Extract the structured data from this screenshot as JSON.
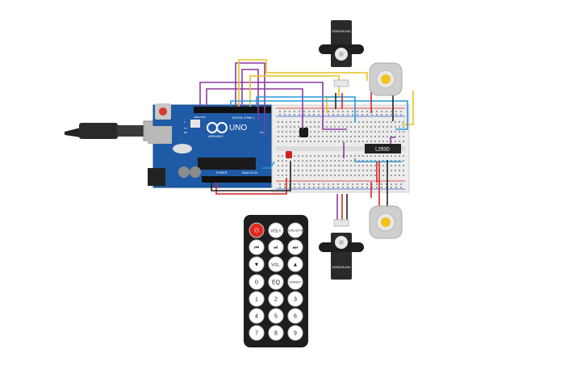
{
  "arduino": {
    "model": "UNO",
    "brand": "ARDUINO",
    "digital_label": "DIGITAL (PWM~)",
    "power_label": "POWER",
    "analog_label": "ANALOG IN",
    "tx": "TX",
    "rx": "RX",
    "l": "L",
    "on": "ON",
    "aref": "AREF",
    "gnd": "GND"
  },
  "driver": {
    "label": "L293D"
  },
  "servo_top": {
    "label": "SG90/25-MG"
  },
  "servo_bottom": {
    "label": "SG90/25-MG"
  },
  "remote": {
    "buttons": [
      {
        "id": "power",
        "label": "⏻"
      },
      {
        "id": "vol_up",
        "label": "VOL+"
      },
      {
        "id": "func_stop",
        "label": "FUNC/STOP"
      },
      {
        "id": "prev",
        "label": "⏮"
      },
      {
        "id": "play_pause",
        "label": "⏯"
      },
      {
        "id": "next",
        "label": "⏭"
      },
      {
        "id": "down",
        "label": "▼"
      },
      {
        "id": "vol_down",
        "label": "VOL-"
      },
      {
        "id": "up",
        "label": "▲"
      },
      {
        "id": "zero",
        "label": "0"
      },
      {
        "id": "eq",
        "label": "EQ"
      },
      {
        "id": "st_rept",
        "label": "ST/REPT"
      },
      {
        "id": "one",
        "label": "1"
      },
      {
        "id": "two",
        "label": "2"
      },
      {
        "id": "three",
        "label": "3"
      },
      {
        "id": "four",
        "label": "4"
      },
      {
        "id": "five",
        "label": "5"
      },
      {
        "id": "six",
        "label": "6"
      },
      {
        "id": "seven",
        "label": "7"
      },
      {
        "id": "eight",
        "label": "8"
      },
      {
        "id": "nine",
        "label": "9"
      }
    ]
  },
  "colors": {
    "board": "#1f5aa6",
    "breadboard": "#ececec",
    "wire_purple": "#8a3a9e",
    "wire_yellow": "#e8c21a",
    "wire_blue": "#2a9ad6",
    "wire_red": "#d6241f",
    "wire_black": "#222222",
    "remote_body": "#1e1e1e",
    "power_button": "#e02a1f"
  }
}
